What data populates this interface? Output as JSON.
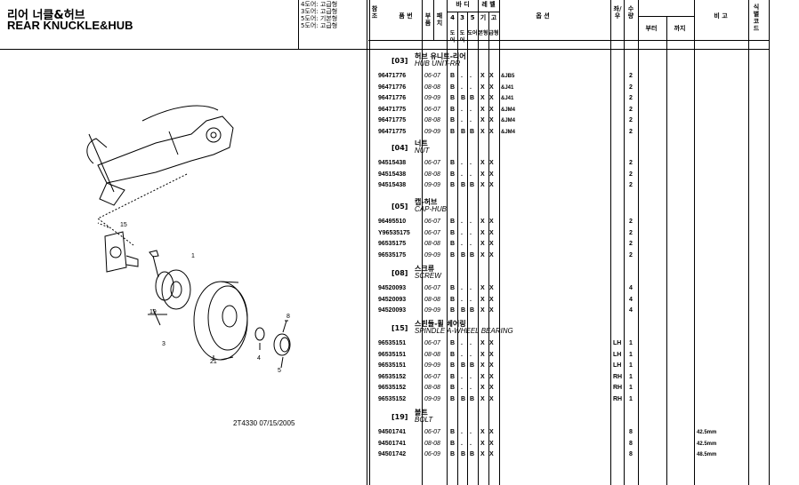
{
  "header": {
    "title_ko": "리어 너클&허브",
    "title_en": "REAR KNUCKLE&HUB",
    "doors": [
      "4도어: 고급형",
      "3도어: 고급형",
      "5도어: 기본형",
      "5도어: 고급형"
    ],
    "cols": {
      "ref": "참조",
      "part_no": "품 번",
      "qty_unit": "부 품",
      "check": "패 치",
      "body": "바 디",
      "level": "레 벨",
      "b4": "4",
      "b3": "3",
      "b5": "5",
      "lv1": "기",
      "lv2": "고",
      "sub_b4": "도어",
      "sub_b3": "도어",
      "sub_b5": "도어",
      "sub_l1": "본형",
      "sub_l2": "급형",
      "option": "옵 션",
      "lr": "좌/우",
      "qty": "수 량",
      "from": "부터",
      "to": "까지",
      "remark": "비 고",
      "ident": "식별코드"
    }
  },
  "stamp": "2T4330  07/15/2005",
  "callouts": [
    "15",
    "1",
    "19",
    "3",
    "21",
    "4",
    "5",
    "8"
  ],
  "groups": [
    {
      "no": "[03]",
      "ko": "허브 유니트-리어",
      "en": "HUB UNIT-RR",
      "rows": [
        {
          "pn": "96471776",
          "yr": "06-07",
          "b": [
            "B",
            ".",
            "."
          ],
          "x": [
            "X",
            "X"
          ],
          "op": "&JB5",
          "lr": "",
          "qty": "2",
          "rmk": ""
        },
        {
          "pn": "96471776",
          "yr": "08-08",
          "b": [
            "B",
            ".",
            "."
          ],
          "x": [
            "X",
            "X"
          ],
          "op": "&J41",
          "lr": "",
          "qty": "2",
          "rmk": ""
        },
        {
          "pn": "96471776",
          "yr": "09-09",
          "b": [
            "B",
            "B",
            "B"
          ],
          "x": [
            "X",
            "X"
          ],
          "op": "&J41",
          "lr": "",
          "qty": "2",
          "rmk": ""
        },
        {
          "pn": "96471775",
          "yr": "06-07",
          "b": [
            "B",
            ".",
            "."
          ],
          "x": [
            "X",
            "X"
          ],
          "op": "&JM4",
          "lr": "",
          "qty": "2",
          "rmk": ""
        },
        {
          "pn": "96471775",
          "yr": "08-08",
          "b": [
            "B",
            ".",
            "."
          ],
          "x": [
            "X",
            "X"
          ],
          "op": "&JM4",
          "lr": "",
          "qty": "2",
          "rmk": ""
        },
        {
          "pn": "96471775",
          "yr": "09-09",
          "b": [
            "B",
            "B",
            "B"
          ],
          "x": [
            "X",
            "X"
          ],
          "op": "&JM4",
          "lr": "",
          "qty": "2",
          "rmk": ""
        }
      ]
    },
    {
      "no": "[04]",
      "ko": "너트",
      "en": "NUT",
      "rows": [
        {
          "pn": "94515438",
          "yr": "06-07",
          "b": [
            "B",
            ".",
            "."
          ],
          "x": [
            "X",
            "X"
          ],
          "op": "",
          "lr": "",
          "qty": "2",
          "rmk": ""
        },
        {
          "pn": "94515438",
          "yr": "08-08",
          "b": [
            "B",
            ".",
            "."
          ],
          "x": [
            "X",
            "X"
          ],
          "op": "",
          "lr": "",
          "qty": "2",
          "rmk": ""
        },
        {
          "pn": "94515438",
          "yr": "09-09",
          "b": [
            "B",
            "B",
            "B"
          ],
          "x": [
            "X",
            "X"
          ],
          "op": "",
          "lr": "",
          "qty": "2",
          "rmk": ""
        }
      ]
    },
    {
      "no": "[05]",
      "ko": "캡-허브",
      "en": "CAP-HUB",
      "rows": [
        {
          "pn": "96495510",
          "yr": "06-07",
          "b": [
            "B",
            ".",
            "."
          ],
          "x": [
            "X",
            "X"
          ],
          "op": "",
          "lr": "",
          "qty": "2",
          "rmk": ""
        },
        {
          "pn": "Y96535175",
          "yr": "06-07",
          "b": [
            "B",
            ".",
            "."
          ],
          "x": [
            "X",
            "X"
          ],
          "op": "",
          "lr": "",
          "qty": "2",
          "rmk": ""
        },
        {
          "pn": "96535175",
          "yr": "08-08",
          "b": [
            "B",
            ".",
            "."
          ],
          "x": [
            "X",
            "X"
          ],
          "op": "",
          "lr": "",
          "qty": "2",
          "rmk": ""
        },
        {
          "pn": "96535175",
          "yr": "09-09",
          "b": [
            "B",
            "B",
            "B"
          ],
          "x": [
            "X",
            "X"
          ],
          "op": "",
          "lr": "",
          "qty": "2",
          "rmk": ""
        }
      ]
    },
    {
      "no": "[08]",
      "ko": "스크류",
      "en": "SCREW",
      "rows": [
        {
          "pn": "94520093",
          "yr": "06-07",
          "b": [
            "B",
            ".",
            "."
          ],
          "x": [
            "X",
            "X"
          ],
          "op": "",
          "lr": "",
          "qty": "4",
          "rmk": ""
        },
        {
          "pn": "94520093",
          "yr": "08-08",
          "b": [
            "B",
            ".",
            "."
          ],
          "x": [
            "X",
            "X"
          ],
          "op": "",
          "lr": "",
          "qty": "4",
          "rmk": ""
        },
        {
          "pn": "94520093",
          "yr": "09-09",
          "b": [
            "B",
            "B",
            "B"
          ],
          "x": [
            "X",
            "X"
          ],
          "op": "",
          "lr": "",
          "qty": "4",
          "rmk": ""
        }
      ]
    },
    {
      "no": "[15]",
      "ko": "스핀들-휠 베어링",
      "en": "SPINDLE A-WHEEL BEARING",
      "rows": [
        {
          "pn": "96535151",
          "yr": "06-07",
          "b": [
            "B",
            ".",
            "."
          ],
          "x": [
            "X",
            "X"
          ],
          "op": "",
          "lr": "LH",
          "qty": "1",
          "rmk": ""
        },
        {
          "pn": "96535151",
          "yr": "08-08",
          "b": [
            "B",
            ".",
            "."
          ],
          "x": [
            "X",
            "X"
          ],
          "op": "",
          "lr": "LH",
          "qty": "1",
          "rmk": ""
        },
        {
          "pn": "96535151",
          "yr": "09-09",
          "b": [
            "B",
            "B",
            "B"
          ],
          "x": [
            "X",
            "X"
          ],
          "op": "",
          "lr": "LH",
          "qty": "1",
          "rmk": ""
        },
        {
          "pn": "96535152",
          "yr": "06-07",
          "b": [
            "B",
            ".",
            "."
          ],
          "x": [
            "X",
            "X"
          ],
          "op": "",
          "lr": "RH",
          "qty": "1",
          "rmk": ""
        },
        {
          "pn": "96535152",
          "yr": "08-08",
          "b": [
            "B",
            ".",
            "."
          ],
          "x": [
            "X",
            "X"
          ],
          "op": "",
          "lr": "RH",
          "qty": "1",
          "rmk": ""
        },
        {
          "pn": "96535152",
          "yr": "09-09",
          "b": [
            "B",
            "B",
            "B"
          ],
          "x": [
            "X",
            "X"
          ],
          "op": "",
          "lr": "RH",
          "qty": "1",
          "rmk": ""
        }
      ]
    },
    {
      "no": "[19]",
      "ko": "볼트",
      "en": "BOLT",
      "rows": [
        {
          "pn": "94501741",
          "yr": "06-07",
          "b": [
            "B",
            ".",
            "."
          ],
          "x": [
            "X",
            "X"
          ],
          "op": "",
          "lr": "",
          "qty": "8",
          "rmk": "42.5mm"
        },
        {
          "pn": "94501741",
          "yr": "08-08",
          "b": [
            "B",
            ".",
            "."
          ],
          "x": [
            "X",
            "X"
          ],
          "op": "",
          "lr": "",
          "qty": "8",
          "rmk": "42.5mm"
        },
        {
          "pn": "94501742",
          "yr": "06-09",
          "b": [
            "B",
            "B",
            "B"
          ],
          "x": [
            "X",
            "X"
          ],
          "op": "",
          "lr": "",
          "qty": "8",
          "rmk": "48.5mm"
        }
      ]
    }
  ]
}
